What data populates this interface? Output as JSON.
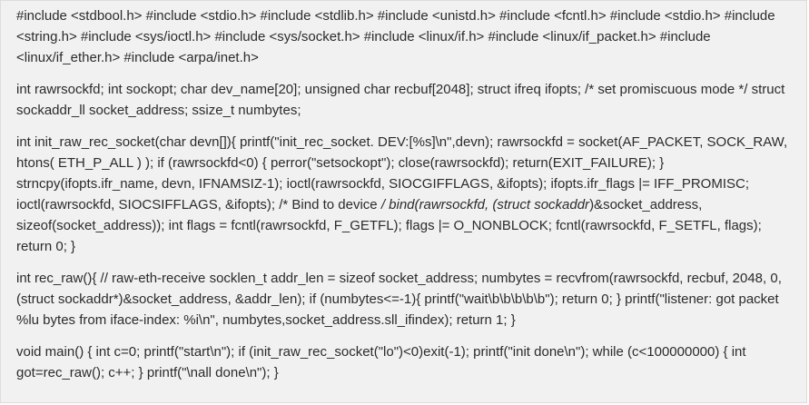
{
  "code": {
    "includes": "#include <stdbool.h> #include <stdio.h> #include <stdlib.h> #include <unistd.h> #include <fcntl.h> #include <stdio.h> #include <string.h> #include <sys/ioctl.h> #include <sys/socket.h> #include <linux/if.h> #include <linux/if_packet.h> #include <linux/if_ether.h> #include <arpa/inet.h>",
    "globals": "int rawrsockfd; int sockopt; char dev_name[20]; unsigned char recbuf[2048]; struct ifreq ifopts; /* set promiscuous mode */ struct sockaddr_ll socket_address; ssize_t numbytes;",
    "init_func_a": "int init_raw_rec_socket(char devn[]){ printf(\"init_rec_socket. DEV:[%s]\\n\",devn); rawrsockfd = socket(AF_PACKET, SOCK_RAW, htons( ETH_P_ALL ) ); if (rawrsockfd<0) { perror(\"setsockopt\"); close(rawrsockfd); return(EXIT_FAILURE); } strncpy(ifopts.ifr_name, devn, IFNAMSIZ-1); ioctl(rawrsockfd, SIOCGIFFLAGS, &ifopts); ifopts.ifr_flags |= IFF_PROMISC; ioctl(rawrsockfd, SIOCSIFFLAGS, &ifopts); /* Bind to device ",
    "init_func_em": "/ bind(rawrsockfd, (struct sockaddr",
    "init_func_b": ")&socket_address, sizeof(socket_address)); int flags = fcntl(rawrsockfd, F_GETFL); flags |= O_NONBLOCK; fcntl(rawrsockfd, F_SETFL, flags); return 0; }",
    "rec_func": "int rec_raw(){ // raw-eth-receive socklen_t addr_len = sizeof socket_address; numbytes = recvfrom(rawrsockfd, recbuf, 2048, 0, (struct sockaddr*)&socket_address, &addr_len); if (numbytes<=-1){ printf(\"wait\\b\\b\\b\\b\\b\"); return 0; } printf(\"listener: got packet %lu bytes from iface-index: %i\\n\", numbytes,socket_address.sll_ifindex); return 1; }",
    "main_func": "void main() { int c=0; printf(\"start\\n\"); if (init_raw_rec_socket(\"lo\")<0)exit(-1); printf(\"init done\\n\"); while (c<100000000) { int got=rec_raw(); c++; } printf(\"\\nall done\\n\"); }"
  }
}
